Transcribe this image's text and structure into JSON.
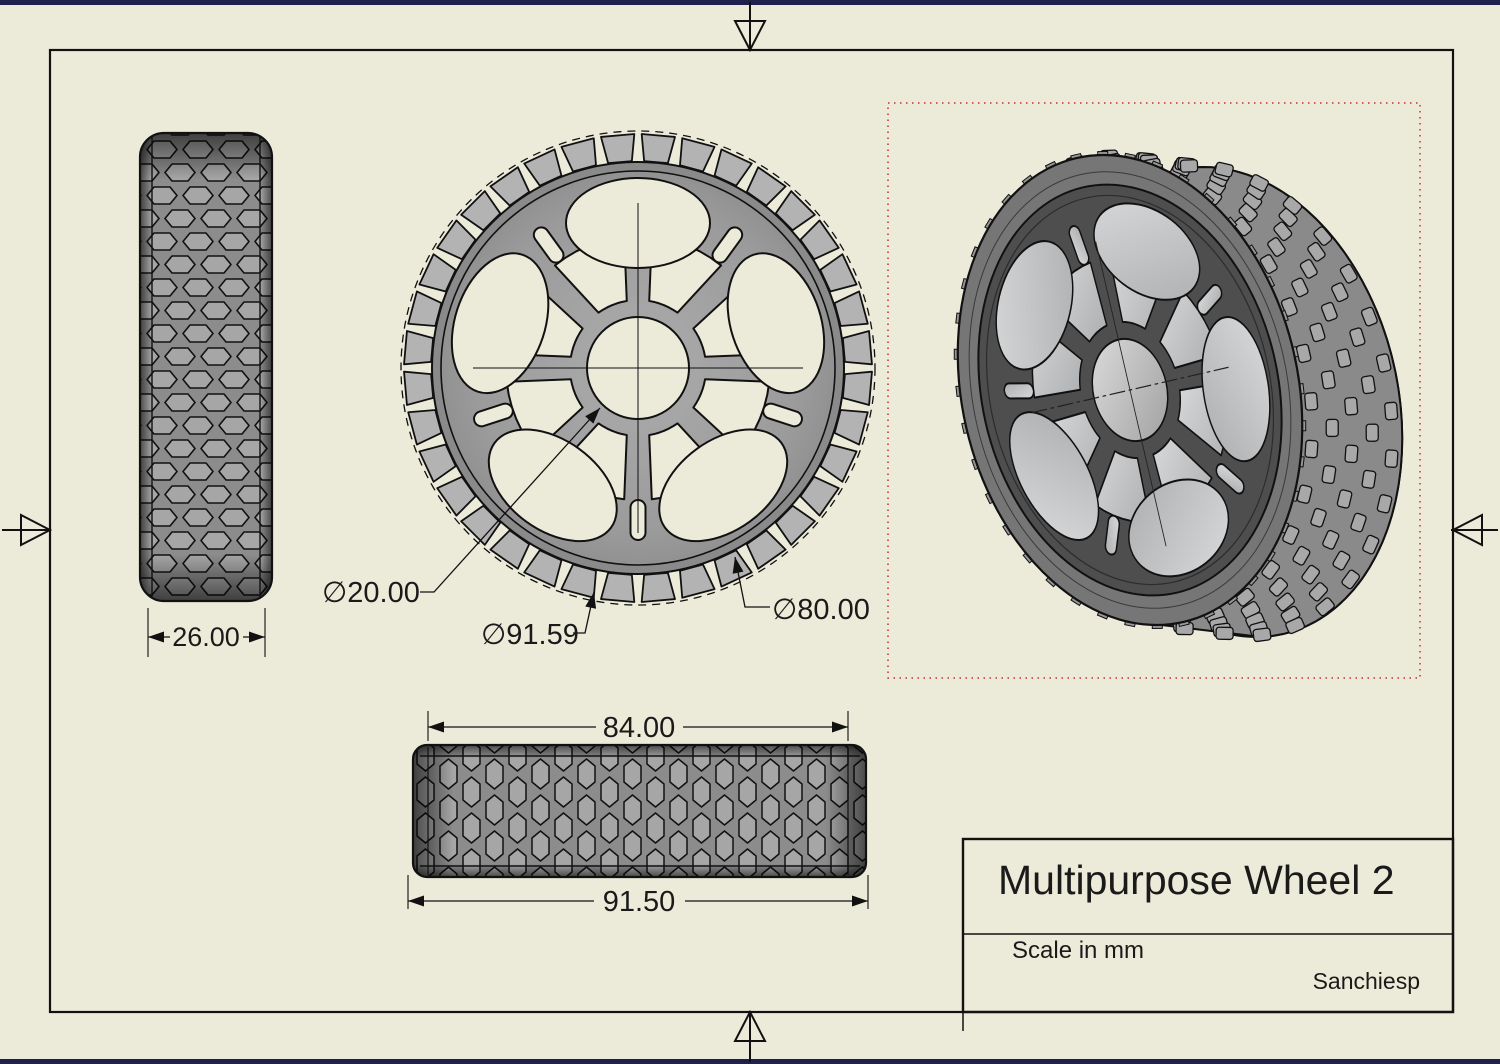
{
  "sheet": {
    "background": "#ECEAD8",
    "frame_color": "#111111",
    "accent_bar_color": "#20204C",
    "iso_boundary_color": "#C23232"
  },
  "dimensions": {
    "side_width": "26.00",
    "tread_width": "84.00",
    "tire_width": "91.50",
    "bore_diameter": "∅20.00",
    "outer_diameter": "∅91.59",
    "rim_diameter": "∅80.00"
  },
  "title_block": {
    "title": "Multipurpose Wheel 2",
    "scale_note": "Scale in mm",
    "author": "Sanchiesp"
  }
}
